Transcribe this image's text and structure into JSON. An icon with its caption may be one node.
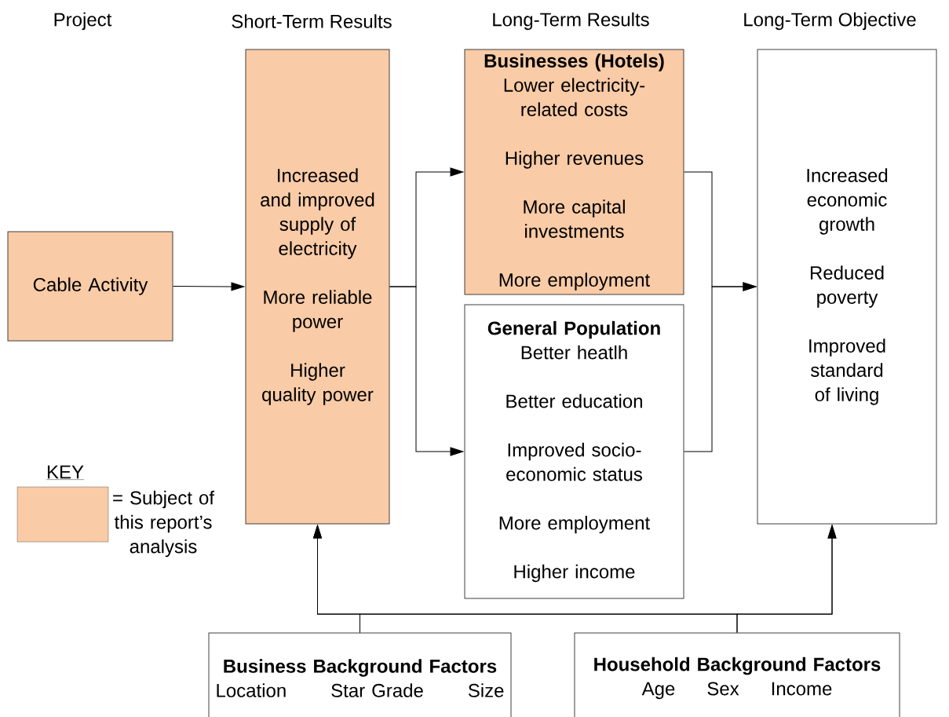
{
  "diagram": {
    "nodes": [
      {
        "text": [
          "Cable Activity"
        ]
      },
      {
        "text": [
          "Increased and improved supply of electricity",
          "More reliable power",
          "Higher quality power"
        ]
      },
      {
        "text": [
          "Businesses (Hotels)",
          "Lower electricity-related costs",
          "Higher revenues",
          "More capital investments",
          "More employment"
        ]
      },
      {
        "text": [
          "General Population",
          "Better heatlh",
          "Better education",
          "Improved socio-economic status",
          "More employment",
          "Higher income"
        ]
      },
      {
        "text": [
          "Increased economic growth",
          "Reduced poverty",
          "Improved standard of living"
        ]
      },
      {
        "text": [
          "Business Background Factors",
          "Location",
          "Star Grade",
          "Size"
        ]
      },
      {
        "text": [
          "Household Background Factors",
          "Age",
          "Sex",
          "Income"
        ]
      }
    ],
    "edges": [
      {
        "from": 0,
        "to": 1,
        "arrow": "to"
      },
      {
        "from": 1,
        "to": 2,
        "arrow": "to"
      },
      {
        "from": 1,
        "to": 3,
        "arrow": "to"
      },
      {
        "from": 2,
        "to": 4,
        "arrow": "to"
      },
      {
        "from": 3,
        "to": 4,
        "arrow": "to"
      },
      {
        "from": 5,
        "to": 1,
        "arrow": "to"
      },
      {
        "from": 5,
        "to": 4,
        "arrow": "to"
      },
      {
        "from": 6,
        "to": 1,
        "arrow": "to"
      },
      {
        "from": 6,
        "to": 4,
        "arrow": "to"
      }
    ],
    "labels": [
      "Project",
      "Short-Term Results",
      "Long-Term Results",
      "Long-Term Objective",
      "KEY"
    ],
    "legend": [
      {
        "text": "= Subject of this report’s analysis",
        "color": "#f9cba6"
      }
    ]
  }
}
